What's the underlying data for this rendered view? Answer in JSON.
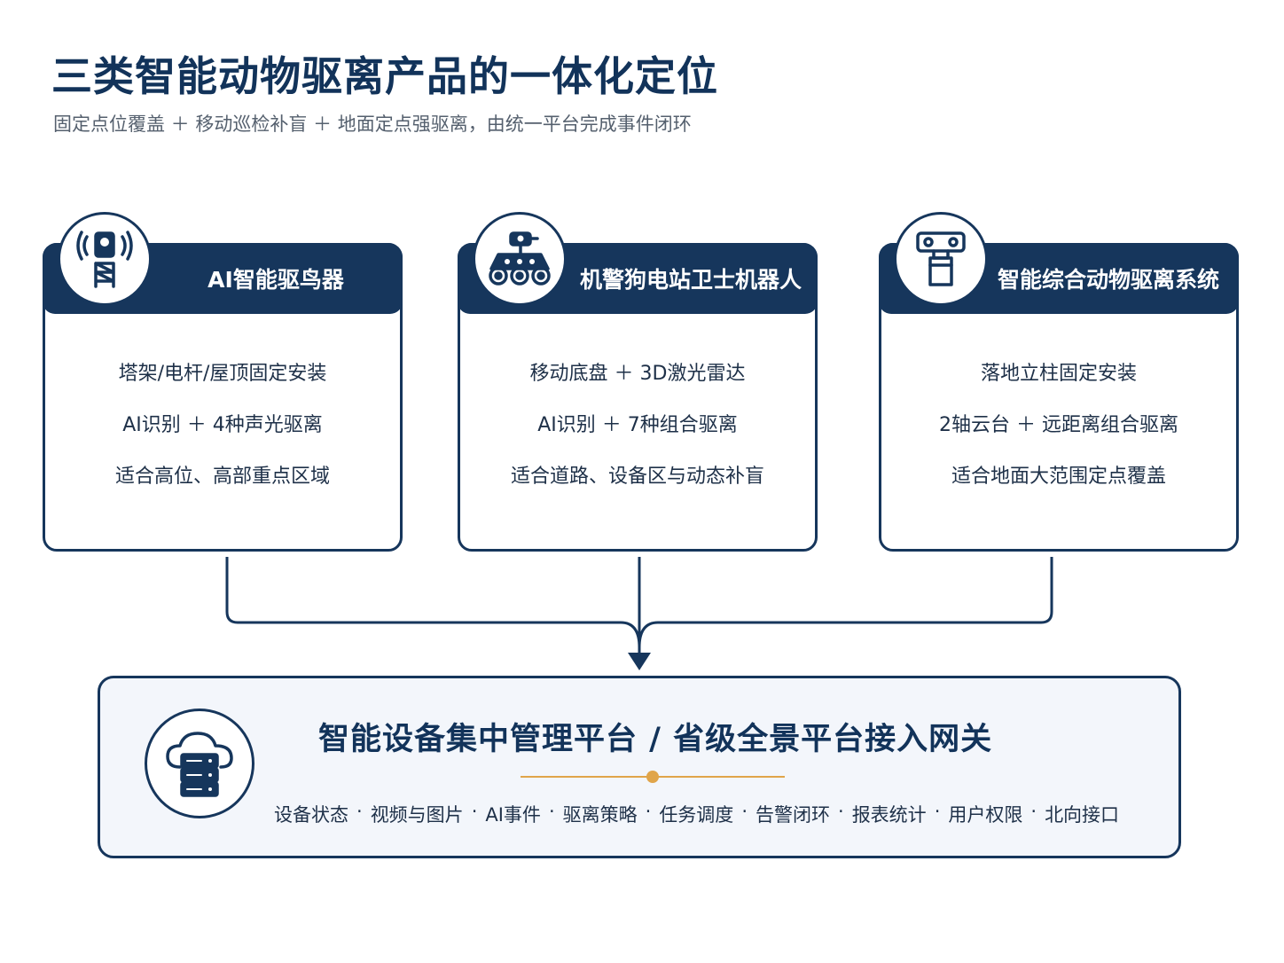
{
  "title": "三类智能动物驱离产品的一体化定位",
  "subtitle": "固定点位覆盖 ＋ 移动巡检补盲 ＋ 地面定点强驱离，由统一平台完成事件闭环",
  "cards": [
    {
      "title": "AI智能驱鸟器",
      "icon": "signal-tower-icon",
      "lines": [
        "塔架/电杆/屋顶固定安装",
        "AI识别 ＋ 4种声光驱离",
        "适合高位、高部重点区域"
      ]
    },
    {
      "title": "机警狗电站卫士机器人",
      "icon": "robot-vehicle-icon",
      "lines": [
        "移动底盘 ＋ 3D激光雷达",
        "AI识别 ＋ 7种组合驱离",
        "适合道路、设备区与动态补盲"
      ]
    },
    {
      "title": "智能综合动物驱离系统",
      "icon": "pole-device-icon",
      "lines": [
        "落地立柱固定安装",
        "2轴云台 ＋ 远距离组合驱离",
        "适合地面大范围定点覆盖"
      ]
    }
  ],
  "platform": {
    "title": "智能设备集中管理平台 / 省级全景平台接入网关",
    "icon": "cloud-server-icon",
    "features": [
      "设备状态",
      "视频与图片",
      "AI事件",
      "驱离策略",
      "任务调度",
      "告警闭环",
      "报表统计",
      "用户权限",
      "北向接口"
    ],
    "separator": "·"
  },
  "colors": {
    "navy": "#16365c",
    "accent": "#e0a54a",
    "panel_bg": "#f3f6fb"
  }
}
